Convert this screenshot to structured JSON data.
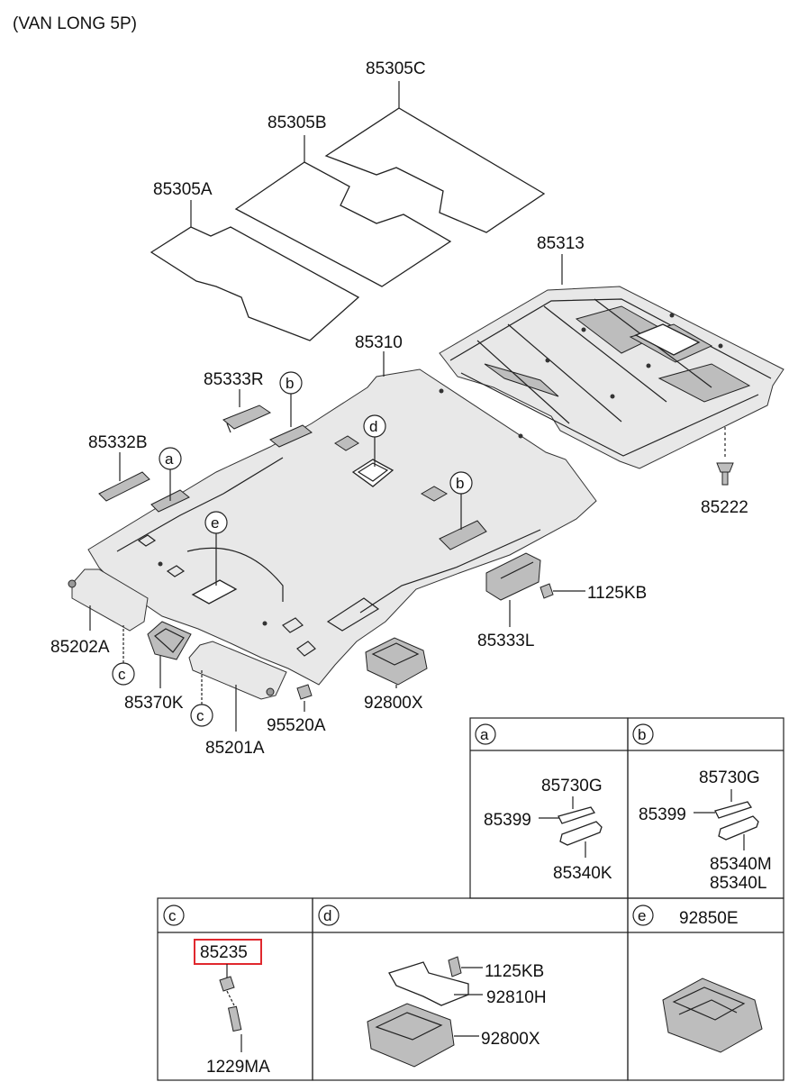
{
  "title": "(VAN LONG 5P)",
  "parts": {
    "p85305C": "85305C",
    "p85305B": "85305B",
    "p85305A": "85305A",
    "p85313": "85313",
    "p85310": "85310",
    "p85333R": "85333R",
    "p85332B": "85332B",
    "p85222": "85222",
    "p1125KB": "1125KB",
    "p85333L": "85333L",
    "p85202A": "85202A",
    "p85370K": "85370K",
    "p85201A": "85201A",
    "p95520A": "95520A",
    "p92800X": "92800X"
  },
  "callouts": {
    "a": "a",
    "b": "b",
    "c": "c",
    "d": "d",
    "e": "e"
  },
  "detail_a": {
    "letter": "a",
    "p85730G": "85730G",
    "p85399": "85399",
    "p85340K": "85340K"
  },
  "detail_b": {
    "letter": "b",
    "p85730G": "85730G",
    "p85399": "85399",
    "p85340M": "85340M",
    "p85340L": "85340L"
  },
  "detail_c": {
    "letter": "c",
    "p85235": "85235",
    "p1229MA": "1229MA"
  },
  "detail_d": {
    "letter": "d",
    "p1125KB": "1125KB",
    "p92810H": "92810H",
    "p92800X": "92800X"
  },
  "detail_e": {
    "letter": "e",
    "p92850E": "92850E"
  },
  "highlight_color": "#e0282e"
}
